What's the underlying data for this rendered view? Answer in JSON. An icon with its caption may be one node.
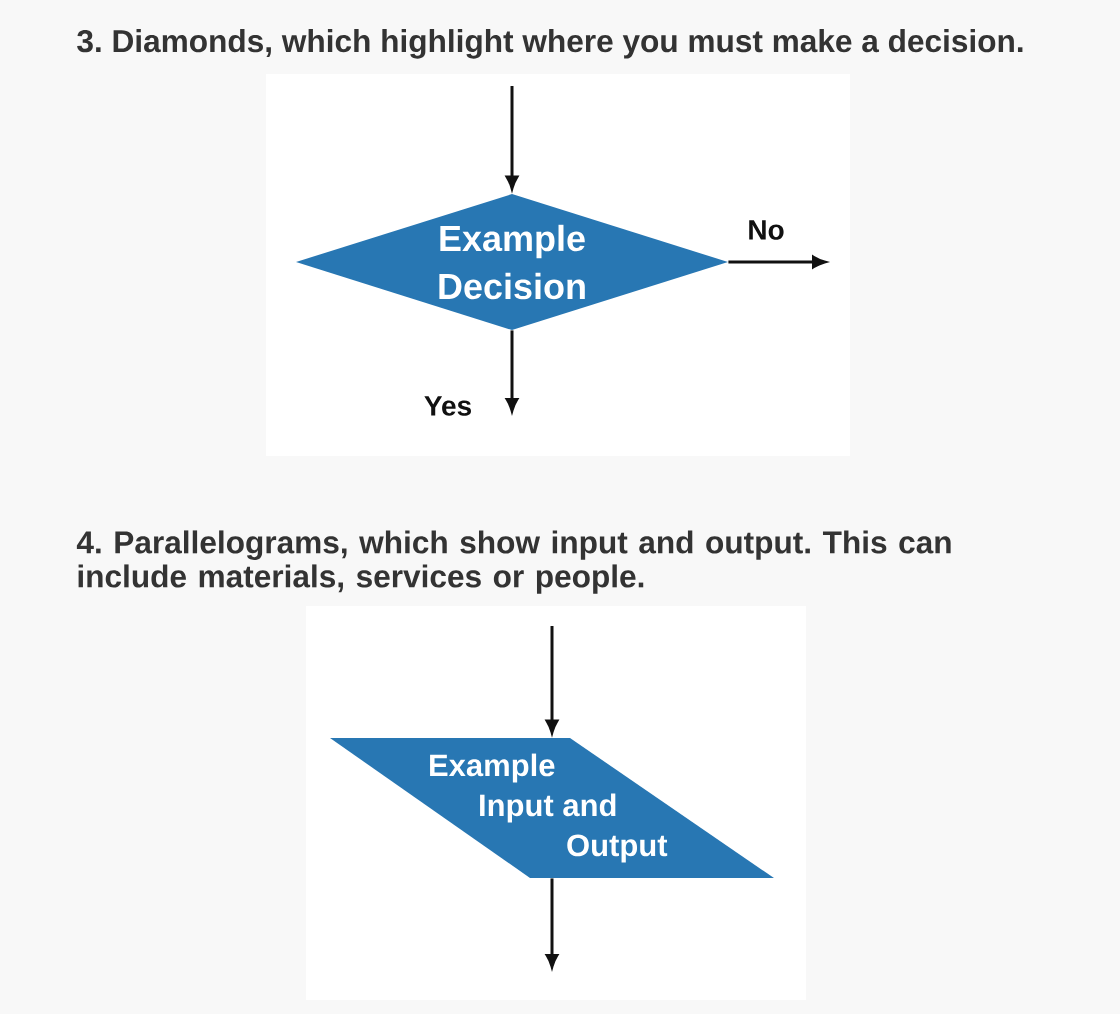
{
  "diagram": {
    "nodes": [
      {
        "text": [
          "Example Decision"
        ]
      },
      {
        "text": [
          "Example Input and Output"
        ]
      }
    ],
    "edges": [
      {
        "from": null,
        "to": 0,
        "arrow": "to"
      },
      {
        "from": 0,
        "to": null,
        "arrow": "to",
        "label": "No"
      },
      {
        "from": 0,
        "to": null,
        "arrow": "to",
        "label": "Yes"
      },
      {
        "from": null,
        "to": 1,
        "arrow": "to"
      },
      {
        "from": 1,
        "to": null,
        "arrow": "to"
      }
    ],
    "labels": [
      "3. Diamonds, which highlight where you must make a decision.",
      "4. Parallelograms, which show input and output. This can include materials, services or people."
    ]
  }
}
